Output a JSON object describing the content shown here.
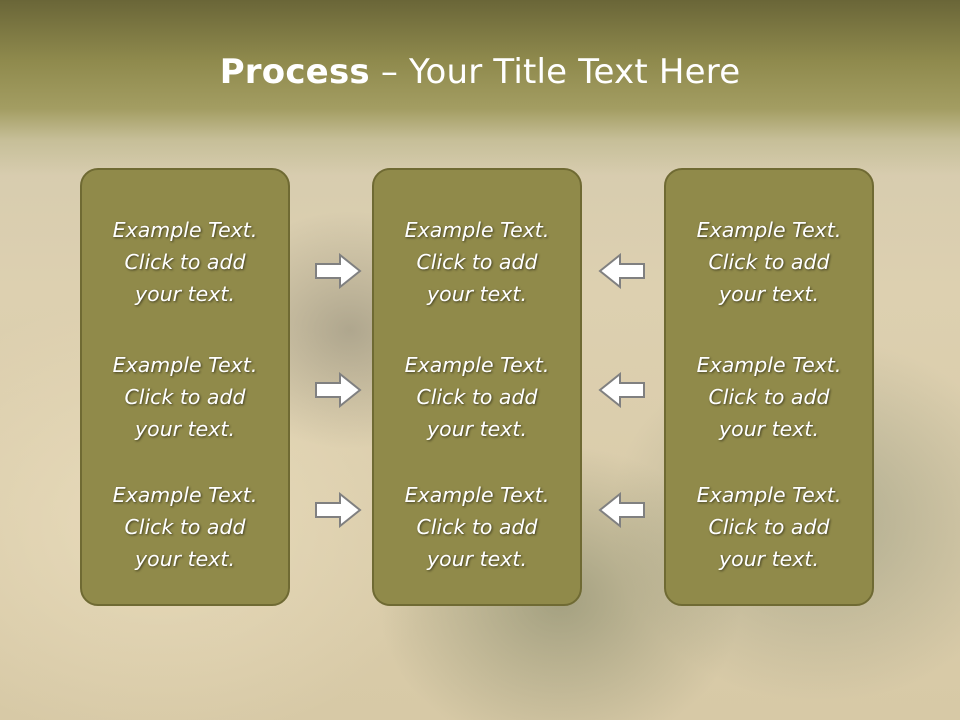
{
  "slide": {
    "title_strong": "Process",
    "title_rest": " – Your Title Text Here"
  },
  "columns": [
    {
      "items": [
        {
          "lines": [
            "Example Text.",
            "Click  to add",
            "your text."
          ]
        },
        {
          "lines": [
            "Example Text.",
            "Click  to add",
            "your text."
          ]
        },
        {
          "lines": [
            "Example Text.",
            "Click  to add",
            "your text."
          ]
        }
      ]
    },
    {
      "items": [
        {
          "lines": [
            "Example Text.",
            "Click  to add",
            "your text."
          ]
        },
        {
          "lines": [
            "Example Text.",
            "Click  to add",
            "your text."
          ]
        },
        {
          "lines": [
            "Example Text.",
            "Click  to add",
            "your text."
          ]
        }
      ]
    },
    {
      "items": [
        {
          "lines": [
            "Example Text.",
            "Click  to add",
            "your text."
          ]
        },
        {
          "lines": [
            "Example Text.",
            "Click  to add",
            "your text."
          ]
        },
        {
          "lines": [
            "Example Text.",
            "Click  to add",
            "your text."
          ]
        }
      ]
    }
  ],
  "arrows": {
    "left": [
      "right-arrow-icon",
      "right-arrow-icon",
      "right-arrow-icon"
    ],
    "right": [
      "left-arrow-icon",
      "left-arrow-icon",
      "left-arrow-icon"
    ]
  },
  "colors": {
    "header": "#8f8a4d",
    "box_fill": "#908a4a",
    "box_border": "#6f6a33",
    "text": "#ffffff",
    "arrow_fill": "#ffffff",
    "arrow_stroke": "#808080"
  }
}
